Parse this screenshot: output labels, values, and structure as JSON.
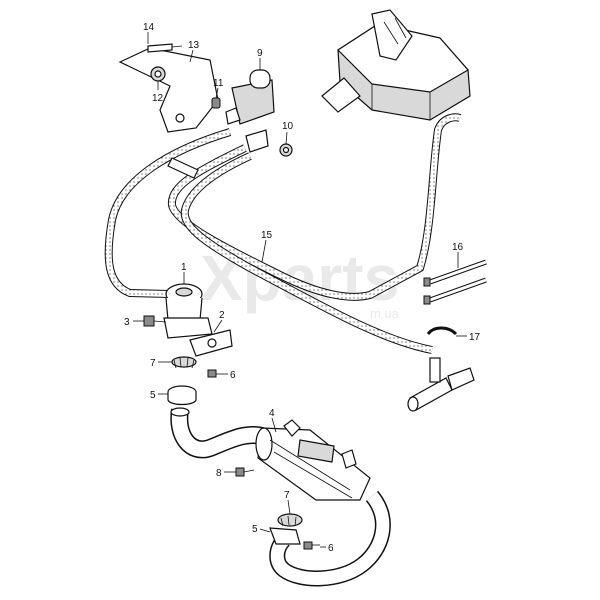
{
  "watermark": {
    "brand": "Xparts",
    "domain": "m.ua"
  },
  "callouts": [
    {
      "id": "c14",
      "text": "14"
    },
    {
      "id": "c13",
      "text": "13"
    },
    {
      "id": "c9",
      "text": "9"
    },
    {
      "id": "c11",
      "text": "11"
    },
    {
      "id": "c12",
      "text": "12"
    },
    {
      "id": "c10",
      "text": "10"
    },
    {
      "id": "c15",
      "text": "15"
    },
    {
      "id": "c16",
      "text": "16"
    },
    {
      "id": "c1",
      "text": "1"
    },
    {
      "id": "c3",
      "text": "3"
    },
    {
      "id": "c2",
      "text": "2"
    },
    {
      "id": "c17",
      "text": "17"
    },
    {
      "id": "c7a",
      "text": "7"
    },
    {
      "id": "c6a",
      "text": "6"
    },
    {
      "id": "c5a",
      "text": "5"
    },
    {
      "id": "c4",
      "text": "4"
    },
    {
      "id": "c8",
      "text": "8"
    },
    {
      "id": "c7b",
      "text": "7"
    },
    {
      "id": "c5b",
      "text": "5"
    },
    {
      "id": "c6b",
      "text": "6"
    }
  ],
  "colors": {
    "ink": "#111111",
    "hose_fill": "#ffffff",
    "watermark": "#e9e9e9"
  }
}
